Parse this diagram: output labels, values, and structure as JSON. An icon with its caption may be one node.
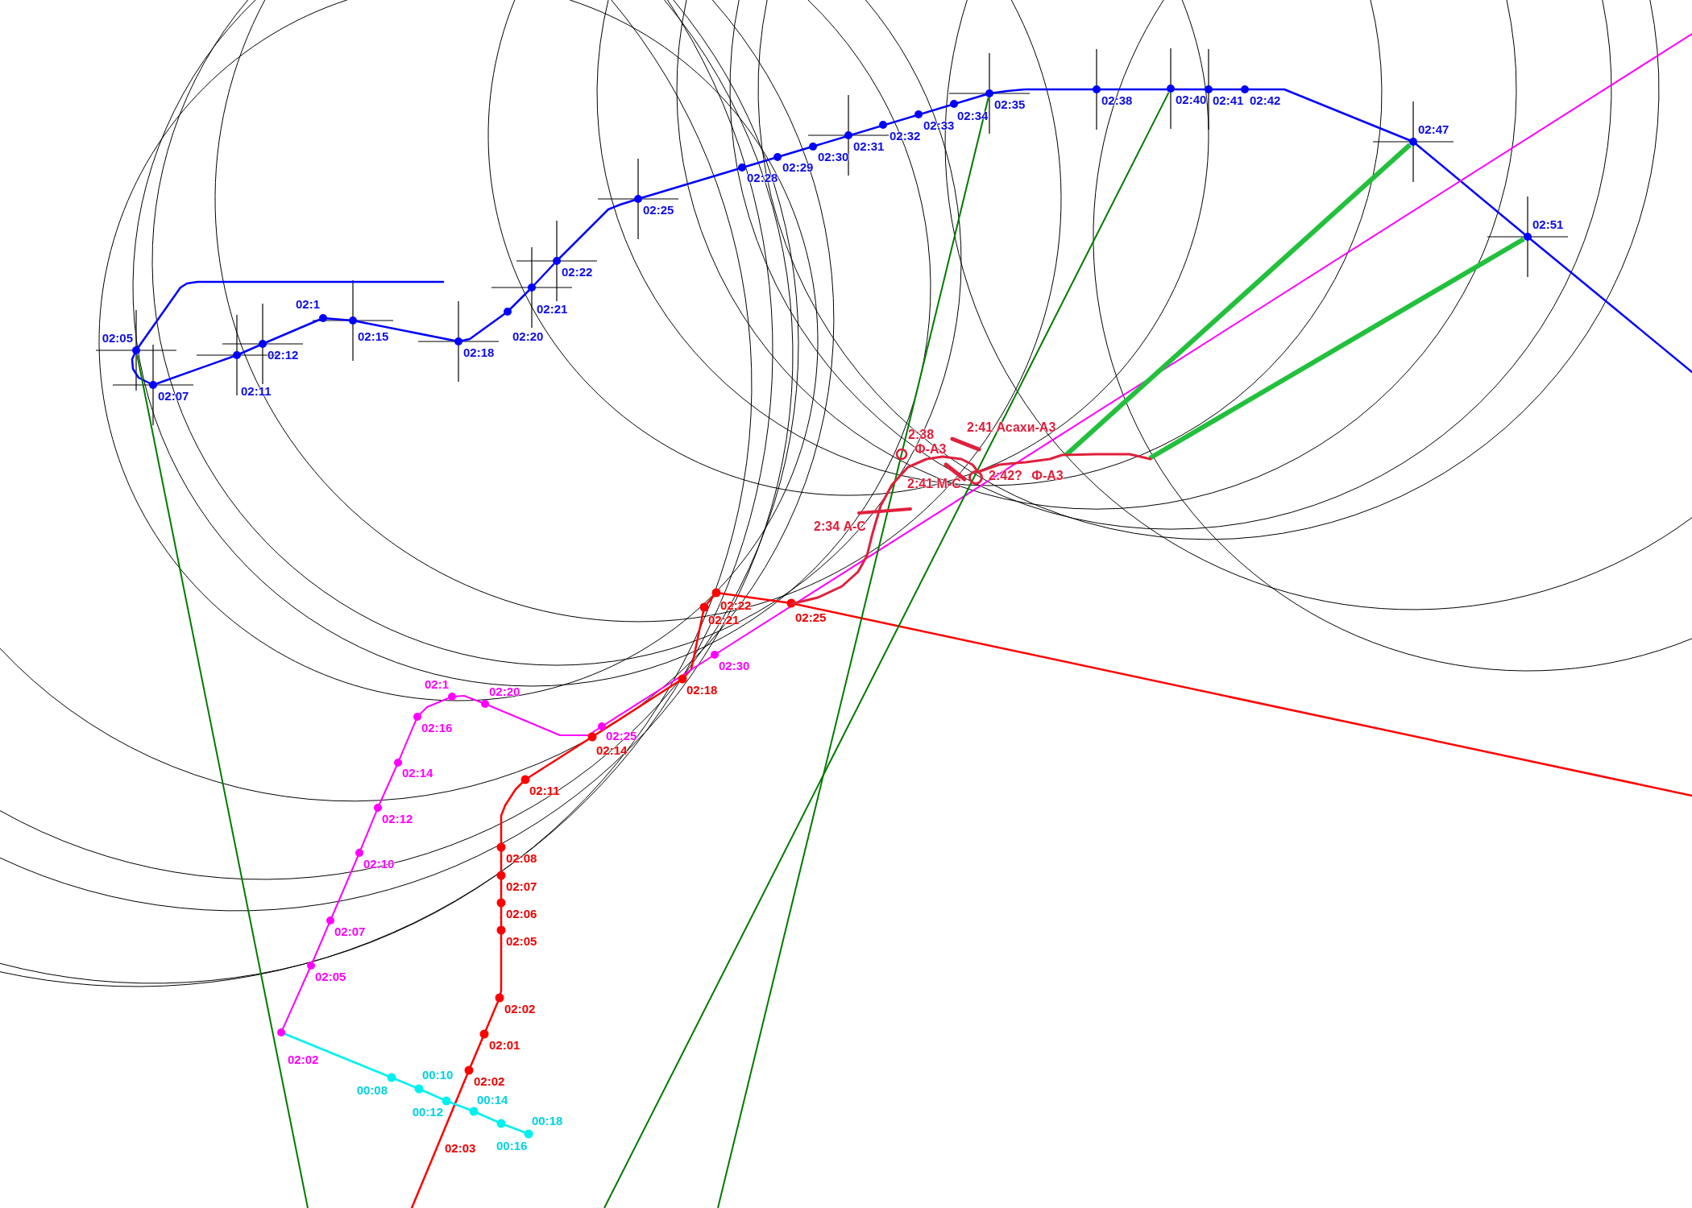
{
  "diagram": {
    "nodes": [
      {
        "text": [],
        "shape": "circle",
        "beside": [
          "02:05"
        ]
      },
      {
        "text": [],
        "shape": "circle",
        "beside": [
          "02:35"
        ]
      },
      {
        "text": [],
        "shape": "circle",
        "beside": [
          "02:40"
        ]
      },
      {
        "text": [],
        "shape": "circle",
        "beside": [
          "02:47"
        ]
      },
      {
        "text": [],
        "shape": "circle",
        "beside": [
          "02:51"
        ]
      },
      {
        "text": [],
        "shape": "curve"
      }
    ],
    "edges": [
      {
        "from": 0,
        "to": null,
        "arrow": "none"
      },
      {
        "from": 1,
        "to": null,
        "arrow": "none"
      },
      {
        "from": 2,
        "to": null,
        "arrow": "none"
      },
      {
        "from": 3,
        "to": 5,
        "arrow": "none",
        "style": "thick",
        "color": "#22c03c"
      },
      {
        "from": 4,
        "to": 5,
        "arrow": "none",
        "style": "thick",
        "color": "#22c03c"
      }
    ],
    "labels": [
      "02:07",
      "02:11",
      "02:12",
      "02:1",
      "02:15",
      "02:18",
      "02:20",
      "02:21",
      "02:22",
      "02:25",
      "02:28",
      "02:29",
      "02:30",
      "02:31",
      "02:32",
      "02:33",
      "02:34",
      "02:38",
      "02:41",
      "02:42",
      "2:38 Ф-А3",
      "2:41 Асахи-А3",
      "2:42? Ф-А3",
      "2:41 М-С",
      "2:34 А-С",
      "02:22",
      "02:21",
      "02:25",
      "02:18",
      "02:14",
      "02:11",
      "02:08",
      "02:07",
      "02:06",
      "02:05",
      "02:02",
      "02:01",
      "02:02",
      "02:03",
      "02:1",
      "02:20",
      "02:16",
      "02:25",
      "02:30",
      "02:14",
      "02:12",
      "02:10",
      "02:07",
      "02:05",
      "02:02",
      "00:08",
      "00:10",
      "00:12",
      "00:14",
      "00:16",
      "00:18"
    ]
  }
}
